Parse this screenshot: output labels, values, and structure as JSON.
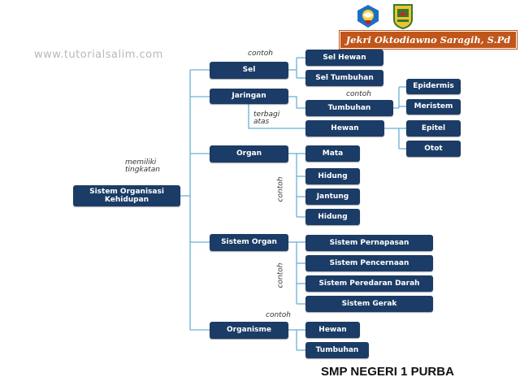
{
  "header": {
    "watermark": "www.tutorialsalim.com",
    "author": "Jekri Oktodiawno Saragih, S.Pd",
    "logo_left": "tut-wuri-handayani-logo",
    "logo_right": "school-emblem-logo"
  },
  "root": {
    "label": "Sistem Organisasi Kehidupan"
  },
  "annotations": {
    "memiliki": "memiliki tingkatan",
    "contoh_sel": "contoh",
    "contoh_tumbuhan": "contoh",
    "terbagi": "terbagi atas",
    "contoh_organ": "contoh",
    "contoh_sistem_organ": "contoh",
    "contoh_organisme": "contoh"
  },
  "levels": {
    "sel": "Sel",
    "jaringan": "Jaringan",
    "organ": "Organ",
    "sistem_organ": "Sistem Organ",
    "organisme": "Organisme"
  },
  "sel_children": [
    "Sel Hewan",
    "Sel Tumbuhan"
  ],
  "jaringan_children": {
    "tumbuhan": "Tumbuhan",
    "hewan": "Hewan"
  },
  "tumbuhan_children": [
    "Epidermis",
    "Meristem"
  ],
  "hewan_children": [
    "Epitel",
    "Otot"
  ],
  "organ_children": [
    "Mata",
    "Hidung",
    "Jantung",
    "Hidung"
  ],
  "sistem_organ_children": [
    "Sistem Pernapasan",
    "Sistem Pencernaan",
    "Sistem Peredaran Darah",
    "Sistem Gerak"
  ],
  "organisme_children": [
    "Hewan",
    "Tumbuhan"
  ],
  "footer": {
    "school": "SMP NEGERI 1 PURBA"
  },
  "colors": {
    "node": "#1b3c66",
    "line": "#6ab0d4",
    "author_bg": "#c0561a"
  }
}
